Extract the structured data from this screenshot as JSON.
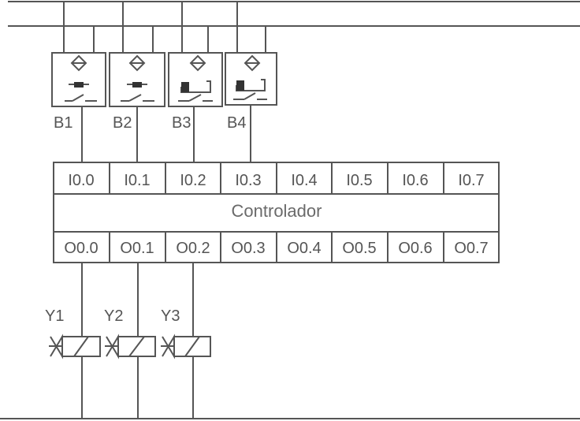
{
  "sensors": [
    {
      "label": "B1",
      "kind": "inductive"
    },
    {
      "label": "B2",
      "kind": "inductive"
    },
    {
      "label": "B3",
      "kind": "optical"
    },
    {
      "label": "B4",
      "kind": "optical"
    }
  ],
  "controller": {
    "title": "Controlador",
    "inputs": [
      "I0.0",
      "I0.1",
      "I0.2",
      "I0.3",
      "I0.4",
      "I0.5",
      "I0.6",
      "I0.7"
    ],
    "outputs": [
      "O0.0",
      "O0.1",
      "O0.2",
      "O0.3",
      "O0.4",
      "O0.5",
      "O0.6",
      "O0.7"
    ]
  },
  "actuators": [
    {
      "label": "Y1"
    },
    {
      "label": "Y2"
    },
    {
      "label": "Y3"
    }
  ],
  "colors": {
    "line": "#555555",
    "text": "#555555",
    "title": "#6a6a6a",
    "fill": "#ffffff"
  }
}
